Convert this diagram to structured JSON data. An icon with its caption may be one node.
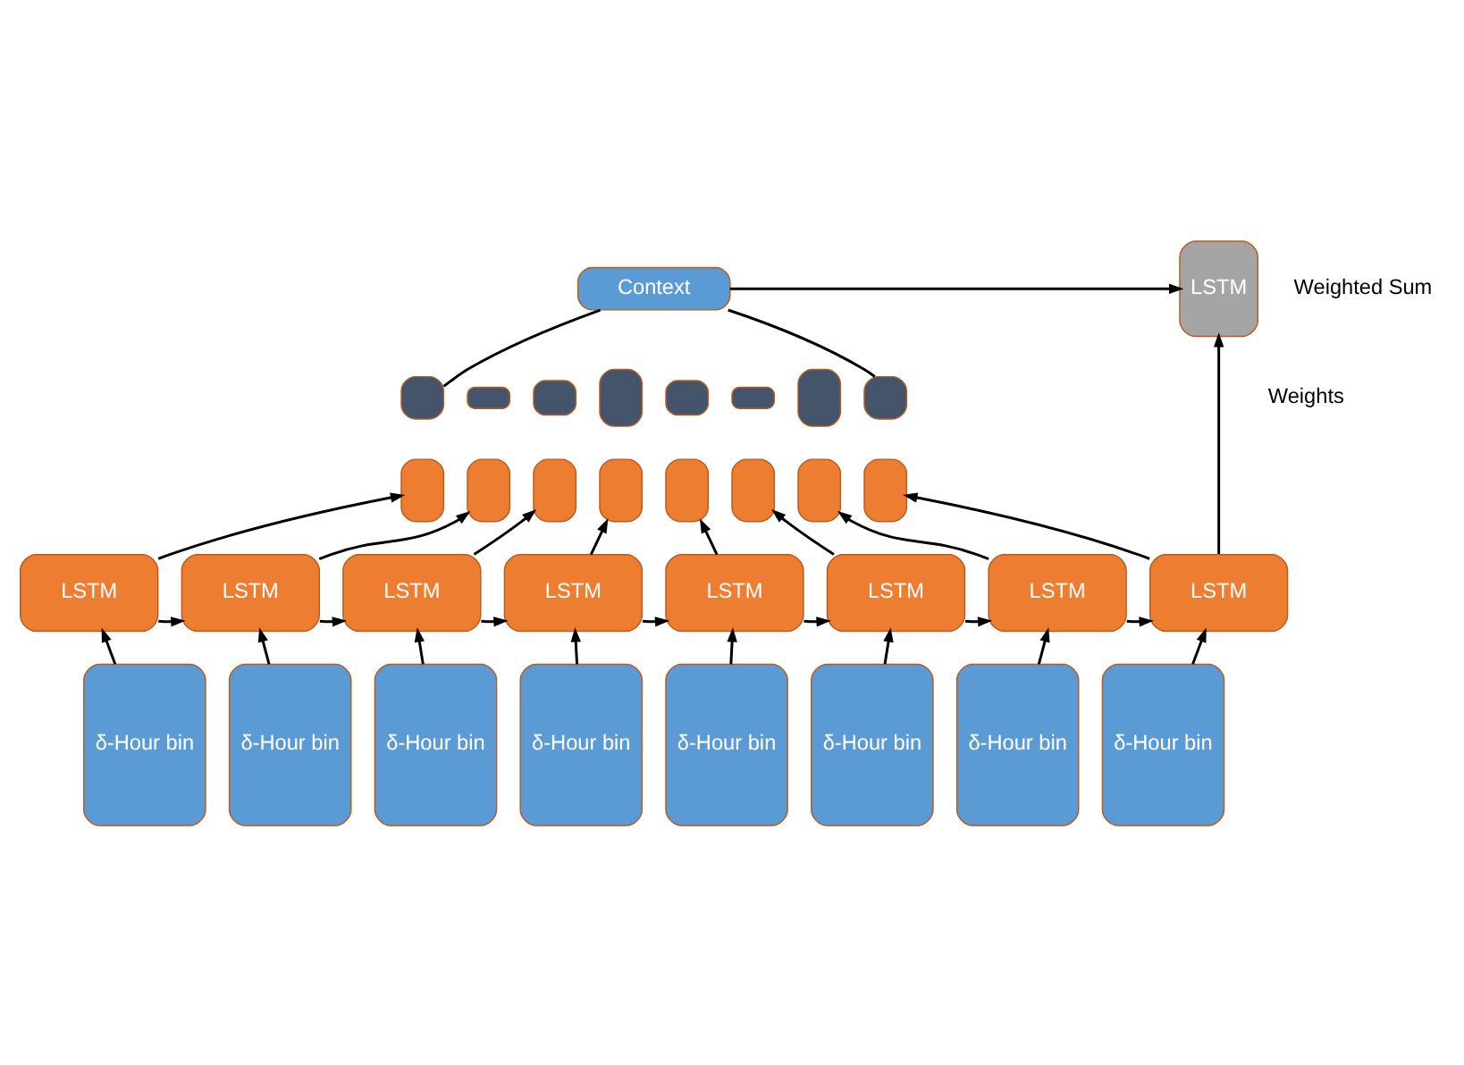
{
  "diagram": {
    "nodes": [
      {
        "text": [
          "Context"
        ]
      },
      {
        "text": [
          "LSTM"
        ]
      },
      {
        "text": [],
        "shape": "box"
      },
      {
        "text": [],
        "shape": "box"
      },
      {
        "text": [],
        "shape": "box"
      },
      {
        "text": [],
        "shape": "box"
      },
      {
        "text": [],
        "shape": "box"
      },
      {
        "text": [],
        "shape": "box"
      },
      {
        "text": [],
        "shape": "box"
      },
      {
        "text": [],
        "shape": "box"
      },
      {
        "text": [],
        "shape": "box"
      },
      {
        "text": [],
        "shape": "box"
      },
      {
        "text": [],
        "shape": "box"
      },
      {
        "text": [],
        "shape": "box"
      },
      {
        "text": [],
        "shape": "box"
      },
      {
        "text": [],
        "shape": "box"
      },
      {
        "text": [],
        "shape": "box"
      },
      {
        "text": [],
        "shape": "box"
      },
      {
        "text": [
          "LSTM"
        ]
      },
      {
        "text": [
          "LSTM"
        ]
      },
      {
        "text": [
          "LSTM"
        ]
      },
      {
        "text": [
          "LSTM"
        ]
      },
      {
        "text": [
          "LSTM"
        ]
      },
      {
        "text": [
          "LSTM"
        ]
      },
      {
        "text": [
          "LSTM"
        ]
      },
      {
        "text": [
          "LSTM"
        ]
      },
      {
        "text": [
          "δ-Hour bin"
        ]
      },
      {
        "text": [
          "δ-Hour bin"
        ]
      },
      {
        "text": [
          "δ-Hour bin"
        ]
      },
      {
        "text": [
          "δ-Hour bin"
        ]
      },
      {
        "text": [
          "δ-Hour bin"
        ]
      },
      {
        "text": [
          "δ-Hour bin"
        ]
      },
      {
        "text": [
          "δ-Hour bin"
        ]
      },
      {
        "text": [
          "δ-Hour bin"
        ]
      }
    ],
    "edges": [
      {
        "from": 0,
        "to": 1,
        "arrow": "to"
      },
      {
        "from": 0,
        "to": 2,
        "arrow": "none"
      },
      {
        "from": 0,
        "to": 9,
        "arrow": "none"
      },
      {
        "from": 25,
        "to": 1,
        "arrow": "to"
      },
      {
        "from": 26,
        "to": 18,
        "arrow": "to"
      },
      {
        "from": 27,
        "to": 19,
        "arrow": "to"
      },
      {
        "from": 28,
        "to": 20,
        "arrow": "to"
      },
      {
        "from": 29,
        "to": 21,
        "arrow": "to"
      },
      {
        "from": 30,
        "to": 22,
        "arrow": "to"
      },
      {
        "from": 31,
        "to": 23,
        "arrow": "to"
      },
      {
        "from": 32,
        "to": 24,
        "arrow": "to"
      },
      {
        "from": 33,
        "to": 25,
        "arrow": "to"
      },
      {
        "from": 18,
        "to": 19,
        "arrow": "to"
      },
      {
        "from": 19,
        "to": 20,
        "arrow": "to"
      },
      {
        "from": 20,
        "to": 21,
        "arrow": "to"
      },
      {
        "from": 21,
        "to": 22,
        "arrow": "to"
      },
      {
        "from": 22,
        "to": 23,
        "arrow": "to"
      },
      {
        "from": 23,
        "to": 24,
        "arrow": "to"
      },
      {
        "from": 24,
        "to": 25,
        "arrow": "to"
      },
      {
        "from": 18,
        "to": 10,
        "arrow": "to"
      },
      {
        "from": 19,
        "to": 11,
        "arrow": "to"
      },
      {
        "from": 20,
        "to": 12,
        "arrow": "to"
      },
      {
        "from": 21,
        "to": 13,
        "arrow": "to"
      },
      {
        "from": 22,
        "to": 14,
        "arrow": "to"
      },
      {
        "from": 23,
        "to": 15,
        "arrow": "to"
      },
      {
        "from": 24,
        "to": 16,
        "arrow": "to"
      },
      {
        "from": 25,
        "to": 17,
        "arrow": "to"
      }
    ],
    "labels": [
      "Weighted Sum",
      "Weights"
    ]
  }
}
